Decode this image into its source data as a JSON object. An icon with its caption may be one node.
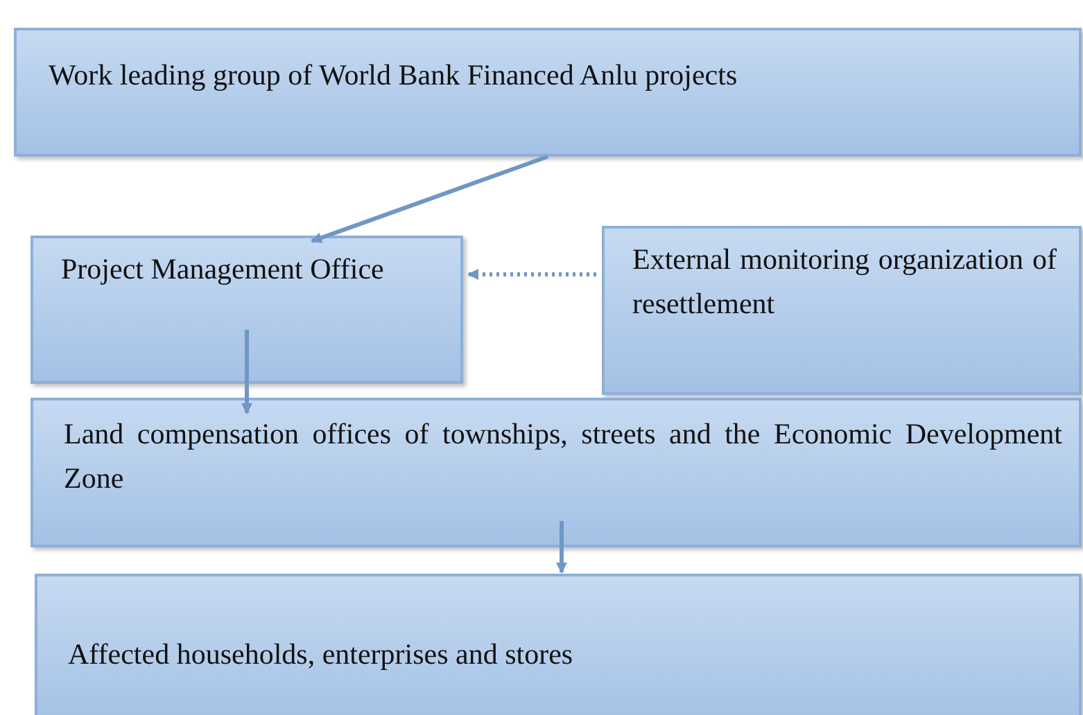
{
  "diagram": {
    "nodes": [
      {
        "text": [
          "Work leading group of World Bank Financed Anlu projects"
        ]
      },
      {
        "text": [
          "Project Management Office"
        ]
      },
      {
        "text": [
          "External monitoring organization of resettlement"
        ]
      },
      {
        "text": [
          "Land compensation offices of townships, streets and the Economic Development Zone"
        ]
      },
      {
        "text": [
          "Affected households, enterprises and stores"
        ]
      }
    ],
    "edges": [
      {
        "from": 0,
        "to": 1,
        "arrow": "to"
      },
      {
        "from": 2,
        "to": 1,
        "arrow": "to",
        "style": "dashed"
      },
      {
        "from": 1,
        "to": 3,
        "arrow": "to"
      },
      {
        "from": 3,
        "to": 4,
        "arrow": "to"
      }
    ]
  }
}
